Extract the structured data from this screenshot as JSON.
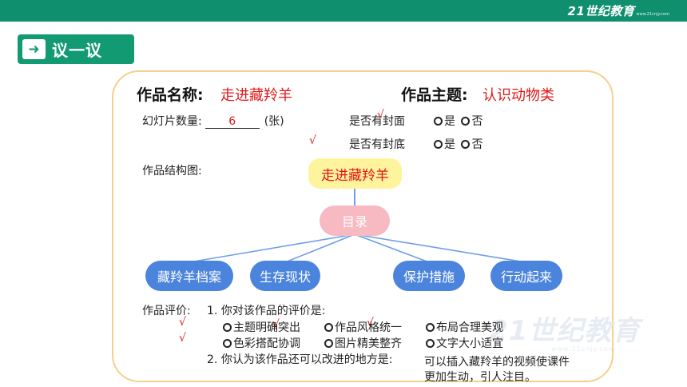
{
  "brand": {
    "logo_text": "21世纪教育",
    "sub_text": "www.21cnjy.com"
  },
  "section_tag": {
    "label": "议一议",
    "icon": "runner-icon"
  },
  "header": {
    "work_name_label": "作品名称:",
    "work_name_value": "走进藏羚羊",
    "work_theme_label": "作品主题:",
    "work_theme_value": "认识动物类"
  },
  "slides": {
    "label": "幻灯片数量:",
    "value": "6",
    "unit": "(张)"
  },
  "cover": {
    "label": "是否有封面",
    "option_yes": "是",
    "option_no": "否",
    "mark": "√"
  },
  "back_cover": {
    "label": "是否有封底",
    "option_yes": "是",
    "option_no": "否",
    "mark": "√"
  },
  "structure": {
    "label": "作品结构图:",
    "root": "走进藏羚羊",
    "menu": "目录",
    "children": [
      "藏羚羊档案",
      "生存现状",
      "保护措施",
      "行动起来"
    ]
  },
  "evaluation": {
    "label": "作品评价:",
    "q1": "1. 你对该作品的评价是:",
    "options_row1": [
      "主题明确突出",
      "作品风格统一",
      "布局合理美观"
    ],
    "options_row2": [
      "色彩搭配协调",
      "图片精美整齐",
      "文字大小适宜"
    ],
    "marks": [
      "√",
      "√",
      "√",
      "√"
    ],
    "q2": "2. 你认为该作品还可以改进的地方是:",
    "answer_line1": "可以插入藏羚羊的视频使课件",
    "answer_line2": "更加生动，引人注目。"
  },
  "colors": {
    "topbar": "#0f8f6e",
    "tag": "#129a73",
    "card_border": "#f5cf8c",
    "accent_red": "#e01818",
    "root_node": "#fff49e",
    "menu_node": "#f7b9c2",
    "child_node": "#4b84dc",
    "connector": "#6f9ee6"
  }
}
